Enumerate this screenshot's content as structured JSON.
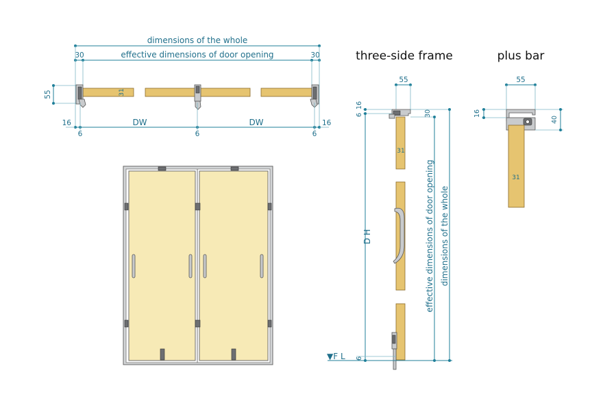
{
  "titles": {
    "three_side_frame": "three-side frame",
    "plus_bar": "plus bar"
  },
  "plan": {
    "whole_label": "dimensions of the whole",
    "opening_label": "effective dimensions of door opening",
    "left_30": "30",
    "right_30": "30",
    "height_55": "55",
    "thick_31": "31",
    "left_16": "16",
    "right_16": "16",
    "dw_left": "DW",
    "dw_right": "DW",
    "six_left": "6",
    "six_mid": "6",
    "six_right": "6"
  },
  "section": {
    "width_55": "55",
    "top_6": "6",
    "top_16": "16",
    "top_30": "30",
    "thick_31": "31",
    "dh": "D H",
    "opening_label": "effective dimensions of door opening",
    "whole_label": "dimensions of the whole",
    "floor": "▼F L",
    "bottom_6": "6"
  },
  "plusbar": {
    "width_55": "55",
    "left_16": "16",
    "right_40": "40",
    "thick_31": "31"
  },
  "colors": {
    "dimension": "#1f7f99",
    "wood": "#e6c470",
    "panel": "#f7eab6",
    "frame": "#d4d6d8"
  }
}
